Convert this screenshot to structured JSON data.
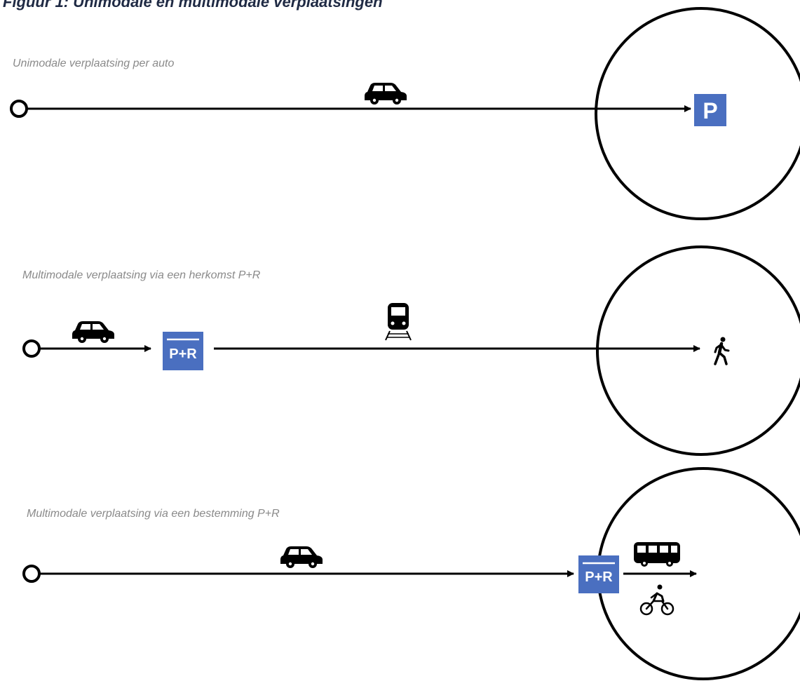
{
  "figure": {
    "title": "Figuur 1: Unimodale en multimodale verplaatsingen"
  },
  "rows": [
    {
      "label": "Unimodale verplaatsing per auto",
      "legs": [
        {
          "mode": "car-icon"
        }
      ],
      "destination_sign": "P"
    },
    {
      "label": "Multimodale verplaatsing via een herkomst P+R",
      "legs": [
        {
          "mode": "car-icon"
        },
        {
          "mode": "train-icon"
        },
        {
          "mode": "pedestrian-icon"
        }
      ],
      "transfer_sign": "P+R"
    },
    {
      "label": "Multimodale verplaatsing via een bestemming P+R",
      "legs": [
        {
          "mode": "car-icon"
        },
        {
          "mode": "bus-icon"
        },
        {
          "mode": "bicycle-icon"
        }
      ],
      "transfer_sign": "P+R"
    }
  ],
  "colors": {
    "sign_blue": "#4a6fc0",
    "line": "#000000",
    "label_gray": "#8a8a8a"
  }
}
